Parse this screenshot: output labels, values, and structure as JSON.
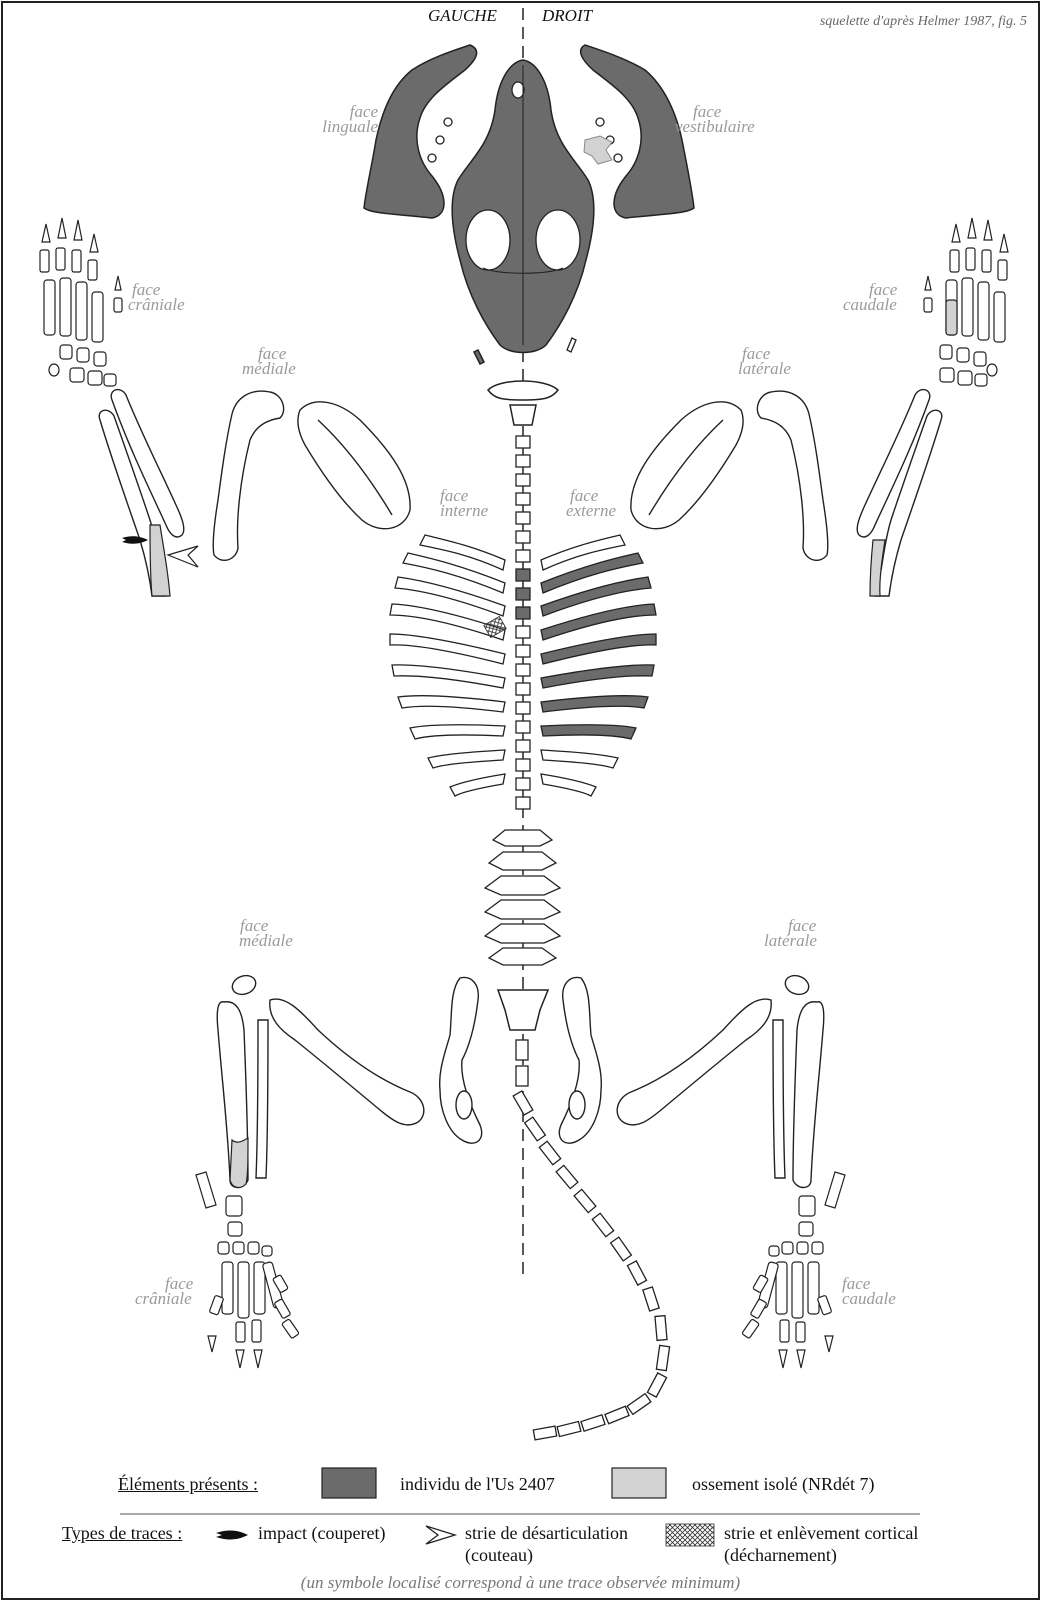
{
  "header": {
    "left": "GAUCHE",
    "right": "DROIT"
  },
  "source": "squelette d'après Helmer 1987, fig. 5",
  "labels": {
    "linguale": [
      "face",
      "linguale"
    ],
    "vestibulaire": [
      "face",
      "vestibulaire"
    ],
    "cranial_front": [
      "face",
      "crâniale"
    ],
    "caudal_front": [
      "face",
      "caudale"
    ],
    "medial_front": [
      "face",
      "médiale"
    ],
    "lateral_front": [
      "face",
      "latérale"
    ],
    "interne": [
      "face",
      "interne"
    ],
    "externe": [
      "face",
      "externe"
    ],
    "medial_hind": [
      "face",
      "médiale"
    ],
    "lateral_hind": [
      "face",
      "latérale"
    ],
    "cranial_hind": [
      "face",
      "crâniale"
    ],
    "caudal_hind": [
      "face",
      "caudale"
    ]
  },
  "legend": {
    "elements_title": "Éléments présents :",
    "individual": "individu de l'Us 2407",
    "isolated": "ossement isolé (NRdét 7)",
    "traces_title": "Types de traces :",
    "impact": "impact (couperet)",
    "strie_line1": "strie de désarticulation",
    "strie_line2": "(couteau)",
    "cortical_line1": "strie et enlèvement cortical",
    "cortical_line2": "(décharnement)",
    "note": "(un symbole localisé correspond à une trace observée minimum)"
  },
  "colors": {
    "individual": "#6b6b6b",
    "isolated": "#d2d2d2",
    "outline": "#222222",
    "label": "#9a9a9a"
  },
  "icons": [
    "black-arrow-icon",
    "open-arrowhead-icon",
    "crosshatch-icon"
  ]
}
